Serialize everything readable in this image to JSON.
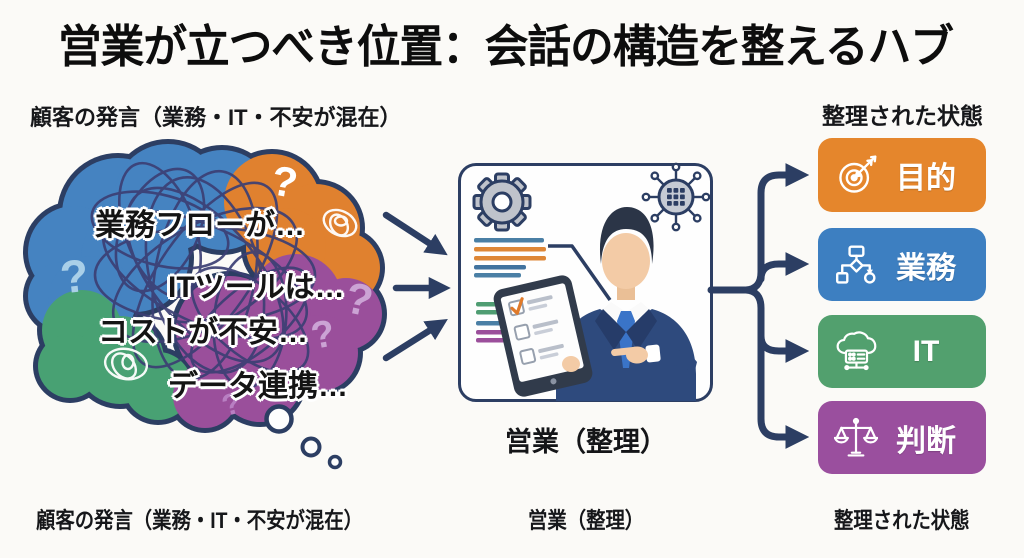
{
  "title": "営業が立つべき位置：会話の構造を整えるハブ",
  "cloud": {
    "label_top": "顧客の発言（業務・IT・不安が混在）",
    "label_bottom": "顧客の発言（業務・IT・不安が混在）",
    "lines": [
      "業務フローが…",
      "ITツールは…",
      "コストが不安…",
      "データ連携…"
    ],
    "qmark": "?"
  },
  "hub": {
    "label": "営業（整理）",
    "label_bottom": "営業（整理）"
  },
  "result": {
    "label_top": "整理された状態",
    "label_bottom": "整理された状態",
    "items": [
      {
        "label": "目的",
        "color": "#e5862c",
        "icon": "target-icon"
      },
      {
        "label": "業務",
        "color": "#3d7fc1",
        "icon": "flowchart-icon"
      },
      {
        "label": "IT",
        "color": "#52a06e",
        "icon": "cloud-server-icon"
      },
      {
        "label": "判断",
        "color": "#9a4f9e",
        "icon": "scales-icon"
      }
    ]
  },
  "colors": {
    "navy": "#2c3e63",
    "scribble": "#3c3f74",
    "cloud_blue": "#4583c1",
    "cloud_orange": "#e0812f",
    "cloud_green": "#48a173",
    "cloud_purple": "#9a4f9b",
    "stripe_teal": "#4a7fa5",
    "stripe_orange": "#de8737",
    "stripe_steel": "#41739f",
    "stripe_green": "#4f9d72",
    "stripe_purple": "#9b4f9b"
  }
}
